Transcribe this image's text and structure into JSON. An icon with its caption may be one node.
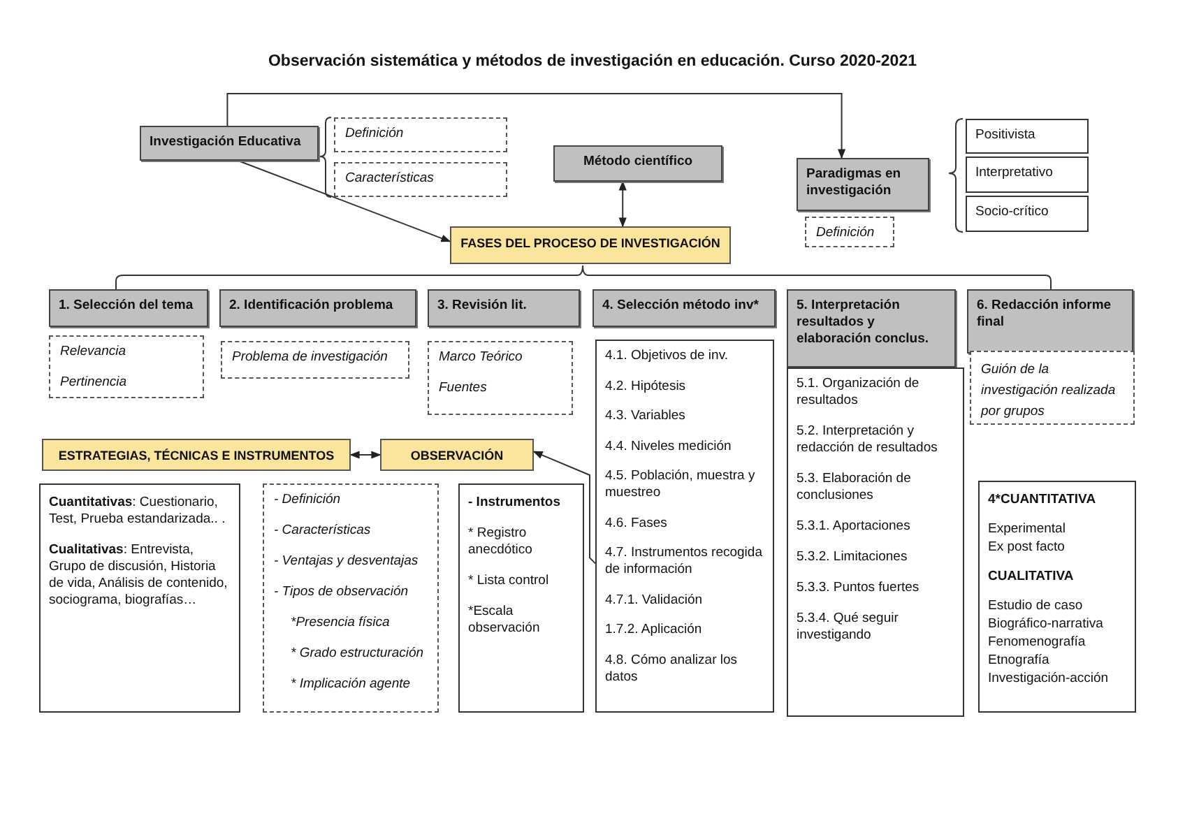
{
  "diagram": {
    "title": "Observación sistemática y métodos de investigación en educación. Curso 2020-2021",
    "nodes": [
      {
        "text": [
          "Investigación Educativa"
        ]
      },
      {
        "text": [
          "Definición"
        ]
      },
      {
        "text": [
          "Características"
        ]
      },
      {
        "text": [
          "Método científico"
        ]
      },
      {
        "text": [
          "Paradigmas en investigación"
        ]
      },
      {
        "text": [
          "Definición"
        ]
      },
      {
        "text": [
          "Positivista"
        ]
      },
      {
        "text": [
          "Interpretativo"
        ]
      },
      {
        "text": [
          "Socio-crítico"
        ]
      },
      {
        "text": [
          "FASES DEL PROCESO DE INVESTIGACIÓN"
        ]
      },
      {
        "text": [
          "1. Selección del tema"
        ]
      },
      {
        "text": [
          "2. Identificación problema"
        ]
      },
      {
        "text": [
          "3. Revisión lit."
        ]
      },
      {
        "text": [
          "4. Selección método inv*"
        ]
      },
      {
        "text": [
          "5. Interpretación resultados y elaboración conclus."
        ]
      },
      {
        "text": [
          "6. Redacción informe final"
        ]
      },
      {
        "text": [
          "Relevancia",
          "Pertinencia"
        ]
      },
      {
        "text": [
          "Problema de investigación"
        ]
      },
      {
        "text": [
          "Marco Teórico",
          "Fuentes"
        ]
      },
      {
        "text": [
          "4.1. Objetivos de inv.",
          "4.2. Hipótesis",
          "4.3. Variables",
          "4.4. Niveles medición",
          "4.5. Población, muestra y muestreo",
          "4.6. Fases",
          "4.7. Instrumentos recogida de información",
          "4.7.1. Validación",
          "1.7.2. Aplicación",
          "4.8. Cómo analizar los datos"
        ]
      },
      {
        "text": [
          "5.1. Organización de resultados",
          "5.2. Interpretación y redacción de resultados",
          "5.3. Elaboración de conclusiones",
          "5.3.1. Aportaciones",
          "5.3.2. Limitaciones",
          "5.3.3. Puntos fuertes",
          "5.3.4. Qué seguir investigando"
        ]
      },
      {
        "text": [
          "Guión de la investigación realizada por grupos"
        ]
      },
      {
        "text": [
          "ESTRATEGIAS, TÉCNICAS E INSTRUMENTOS"
        ]
      },
      {
        "text": [
          "OBSERVACIÓN"
        ]
      },
      {
        "text": [
          "**Cuantitativas**: Cuestionario, Test, Prueba estandarizada.. .",
          "**Cualitativas**: Entrevista, Grupo de discusión, Historia de vida, Análisis de contenido, sociograma, biografías…"
        ]
      },
      {
        "text": [
          "- Definición",
          "- Características",
          "- Ventajas y desventajas",
          "- Tipos de observación",
          "*Presencia física",
          "* Grado estructuración",
          "* Implicación agente"
        ]
      },
      {
        "text": [
          "- Instrumentos",
          "* Registro anecdótico",
          "* Lista control",
          "*Escala observación"
        ]
      },
      {
        "text": [
          "4*CUANTITATIVA",
          "Experimental",
          "Ex post facto",
          "CUALITATIVA",
          "Estudio de caso",
          "Biográfico-narrativa",
          "Fenomenografía",
          "Etnografía",
          "Investigación-acción"
        ]
      }
    ],
    "edges": [
      {
        "from": 0,
        "to": 4,
        "arrow": "to"
      },
      {
        "from": 0,
        "to": 9,
        "arrow": "to"
      },
      {
        "from": 3,
        "to": 9,
        "arrow": "both"
      },
      {
        "from": 22,
        "to": 23,
        "arrow": "both"
      },
      {
        "from": 19,
        "to": 23,
        "arrow": "to"
      }
    ]
  }
}
